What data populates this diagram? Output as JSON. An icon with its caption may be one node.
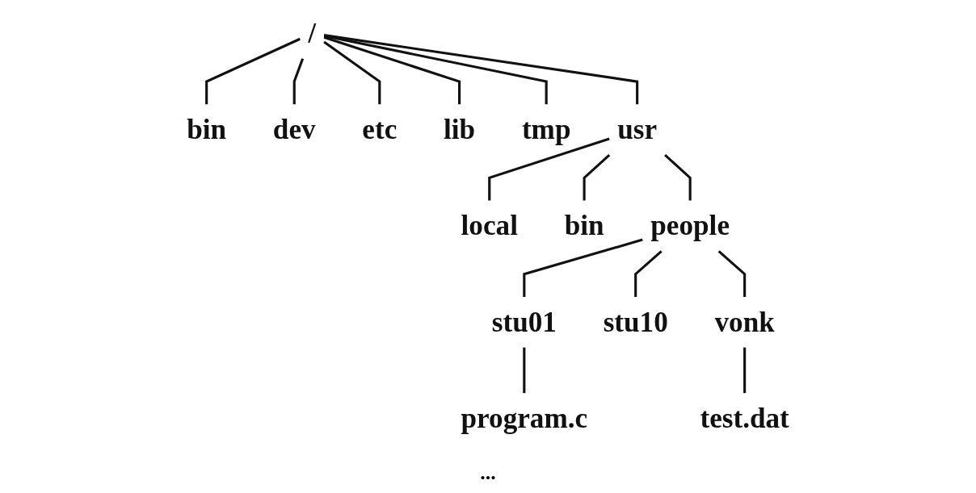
{
  "diagram": {
    "nodes": [
      {
        "text": [
          "/"
        ]
      },
      {
        "text": [
          "bin"
        ]
      },
      {
        "text": [
          "dev"
        ]
      },
      {
        "text": [
          "etc"
        ]
      },
      {
        "text": [
          "lib"
        ]
      },
      {
        "text": [
          "tmp"
        ]
      },
      {
        "text": [
          "usr"
        ]
      },
      {
        "text": [
          "local"
        ]
      },
      {
        "text": [
          "bin"
        ]
      },
      {
        "text": [
          "people"
        ]
      },
      {
        "text": [
          "stu01"
        ]
      },
      {
        "text": [
          "stu10"
        ]
      },
      {
        "text": [
          "vonk"
        ]
      },
      {
        "text": [
          "program.c"
        ]
      },
      {
        "text": [
          "test.dat"
        ]
      }
    ],
    "edges": [
      {
        "from": 0,
        "to": 1,
        "arrow": "none"
      },
      {
        "from": 0,
        "to": 2,
        "arrow": "none"
      },
      {
        "from": 0,
        "to": 3,
        "arrow": "none"
      },
      {
        "from": 0,
        "to": 4,
        "arrow": "none"
      },
      {
        "from": 0,
        "to": 5,
        "arrow": "none"
      },
      {
        "from": 0,
        "to": 6,
        "arrow": "none"
      },
      {
        "from": 6,
        "to": 7,
        "arrow": "none"
      },
      {
        "from": 6,
        "to": 8,
        "arrow": "none"
      },
      {
        "from": 6,
        "to": 9,
        "arrow": "none"
      },
      {
        "from": 9,
        "to": 10,
        "arrow": "none"
      },
      {
        "from": 9,
        "to": 11,
        "arrow": "none"
      },
      {
        "from": 9,
        "to": 12,
        "arrow": "none"
      },
      {
        "from": 10,
        "to": 13,
        "arrow": "none"
      },
      {
        "from": 12,
        "to": 14,
        "arrow": "none"
      }
    ],
    "labels": [
      "..."
    ]
  }
}
